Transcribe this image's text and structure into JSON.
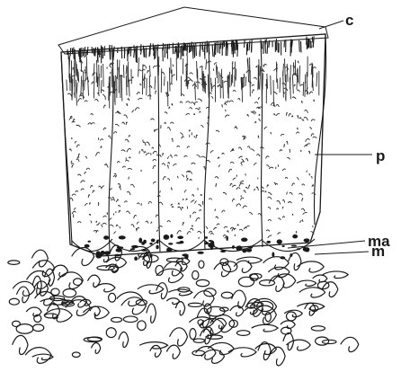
{
  "labels": {
    "c": "c",
    "p": "p",
    "ma": "ma",
    "m": "m"
  },
  "colors": {
    "ink": "#1a1a1a",
    "paper": "#ffffff"
  }
}
